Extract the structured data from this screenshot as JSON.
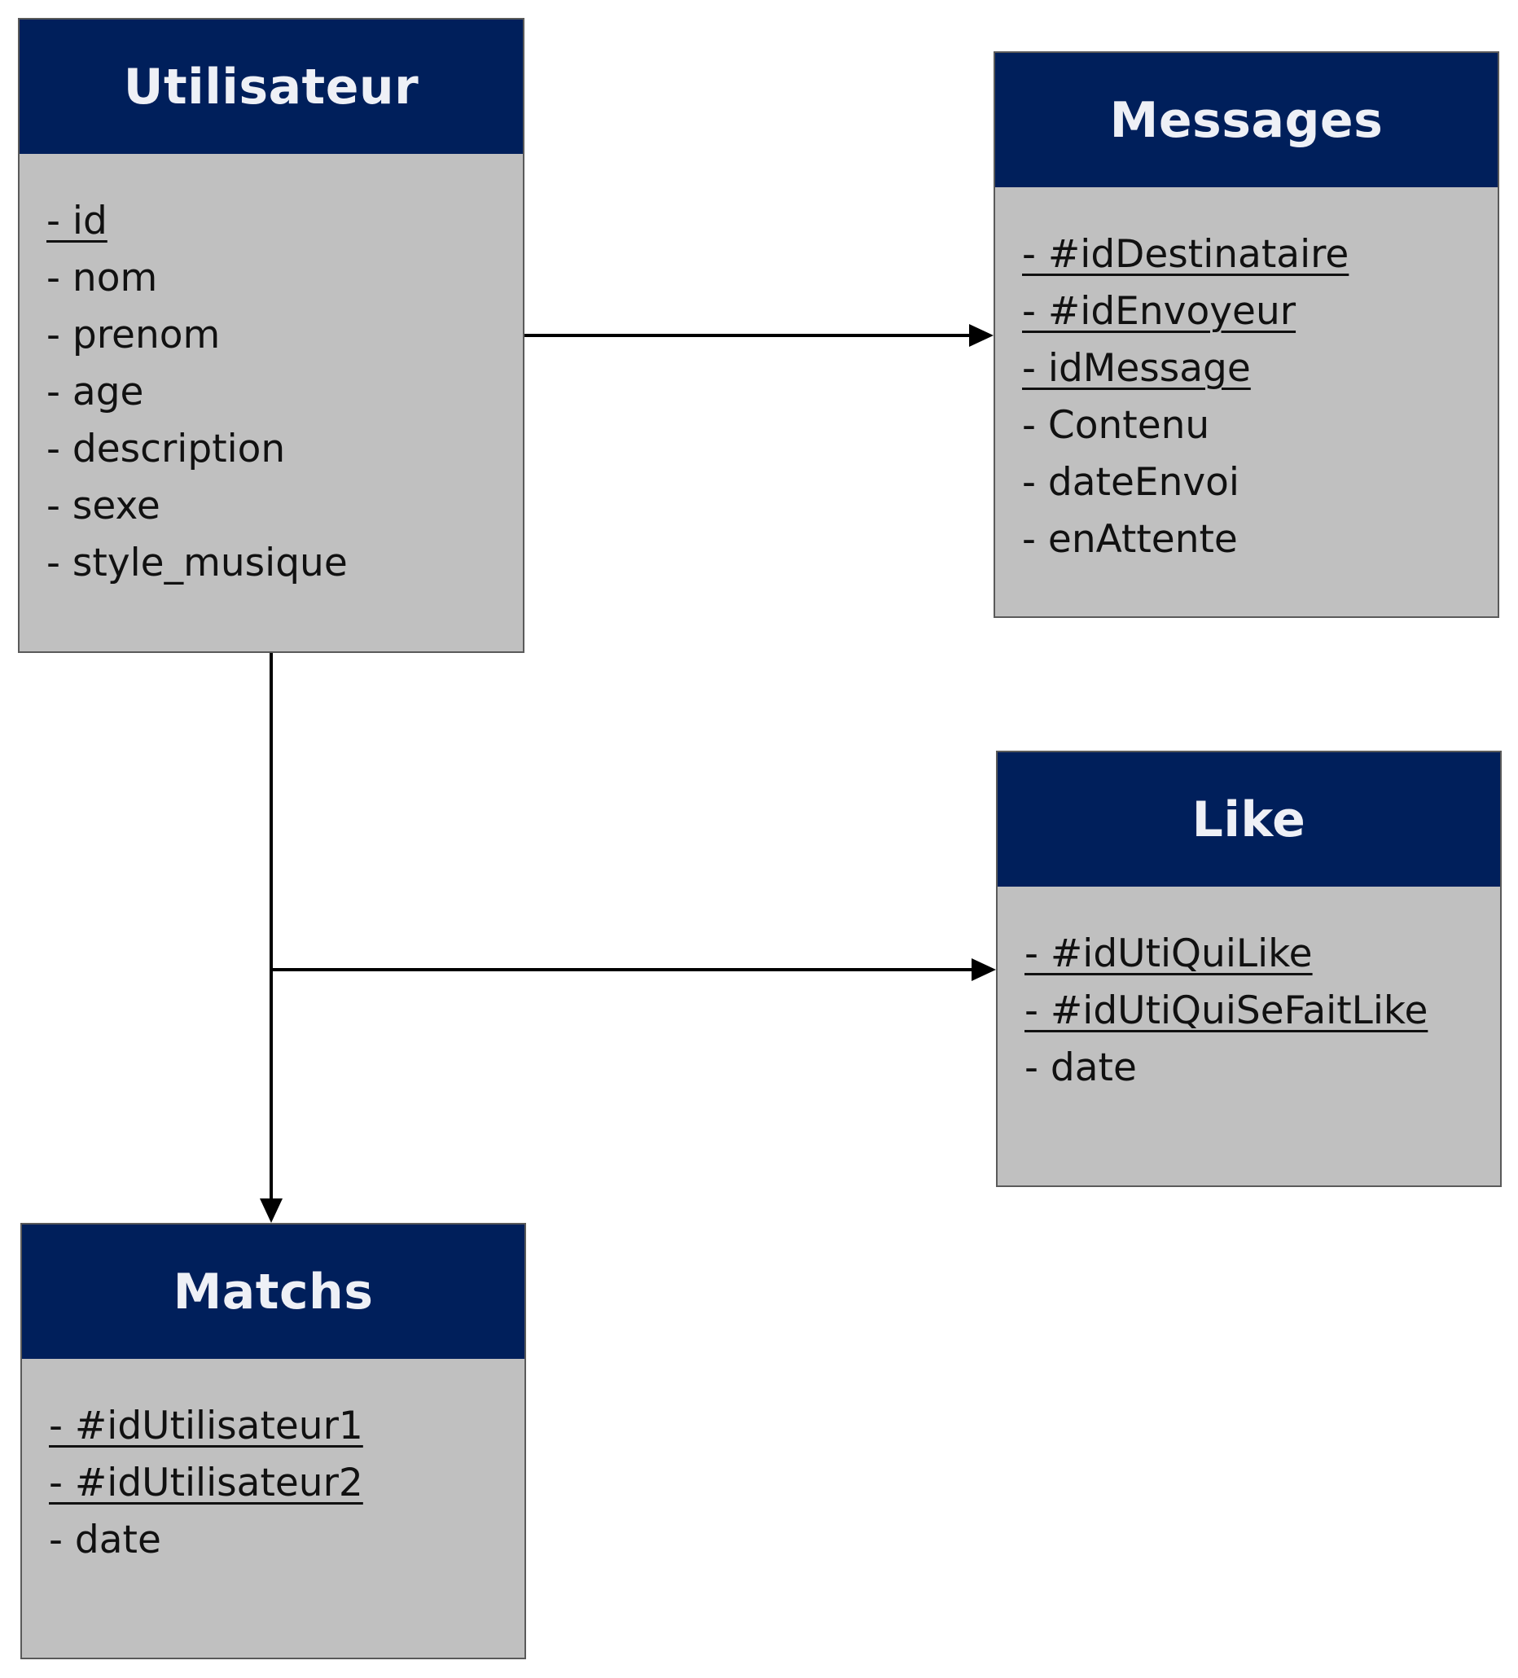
{
  "entities": [
    {
      "id": "utilisateur",
      "title": "Utilisateur",
      "attributes": [
        {
          "text": "- id",
          "key": true
        },
        {
          "text": "- nom",
          "key": false
        },
        {
          "text": "- prenom",
          "key": false
        },
        {
          "text": "- age",
          "key": false
        },
        {
          "text": "- description",
          "key": false
        },
        {
          "text": "- sexe",
          "key": false
        },
        {
          "text": "- style_musique",
          "key": false
        }
      ]
    },
    {
      "id": "messages",
      "title": "Messages",
      "attributes": [
        {
          "text": "- #idDestinataire",
          "key": true
        },
        {
          "text": "- #idEnvoyeur",
          "key": true
        },
        {
          "text": "- idMessage",
          "key": true
        },
        {
          "text": "- Contenu",
          "key": false
        },
        {
          "text": "- dateEnvoi",
          "key": false
        },
        {
          "text": "- enAttente",
          "key": false
        }
      ]
    },
    {
      "id": "like",
      "title": "Like",
      "attributes": [
        {
          "text": "- #idUtiQuiLike",
          "key": true
        },
        {
          "text": "- #idUtiQuiSeFaitLike",
          "key": true
        },
        {
          "text": "- date",
          "key": false
        }
      ]
    },
    {
      "id": "matchs",
      "title": "Matchs",
      "attributes": [
        {
          "text": "- #idUtilisateur1",
          "key": true
        },
        {
          "text": "- #idUtilisateur2",
          "key": true
        },
        {
          "text": "- date",
          "key": false
        }
      ]
    }
  ],
  "relations": [
    {
      "from": "Utilisateur",
      "to": "Messages",
      "arrow": "end"
    },
    {
      "from": "Utilisateur",
      "to": "Like",
      "arrow": "end"
    },
    {
      "from": "Utilisateur",
      "to": "Matchs",
      "arrow": "end"
    }
  ],
  "colors": {
    "header": "#001f5b",
    "header_text": "#eef0f6",
    "body": "#c0c0c0",
    "border": "#5a5a5a",
    "line": "#000000"
  }
}
